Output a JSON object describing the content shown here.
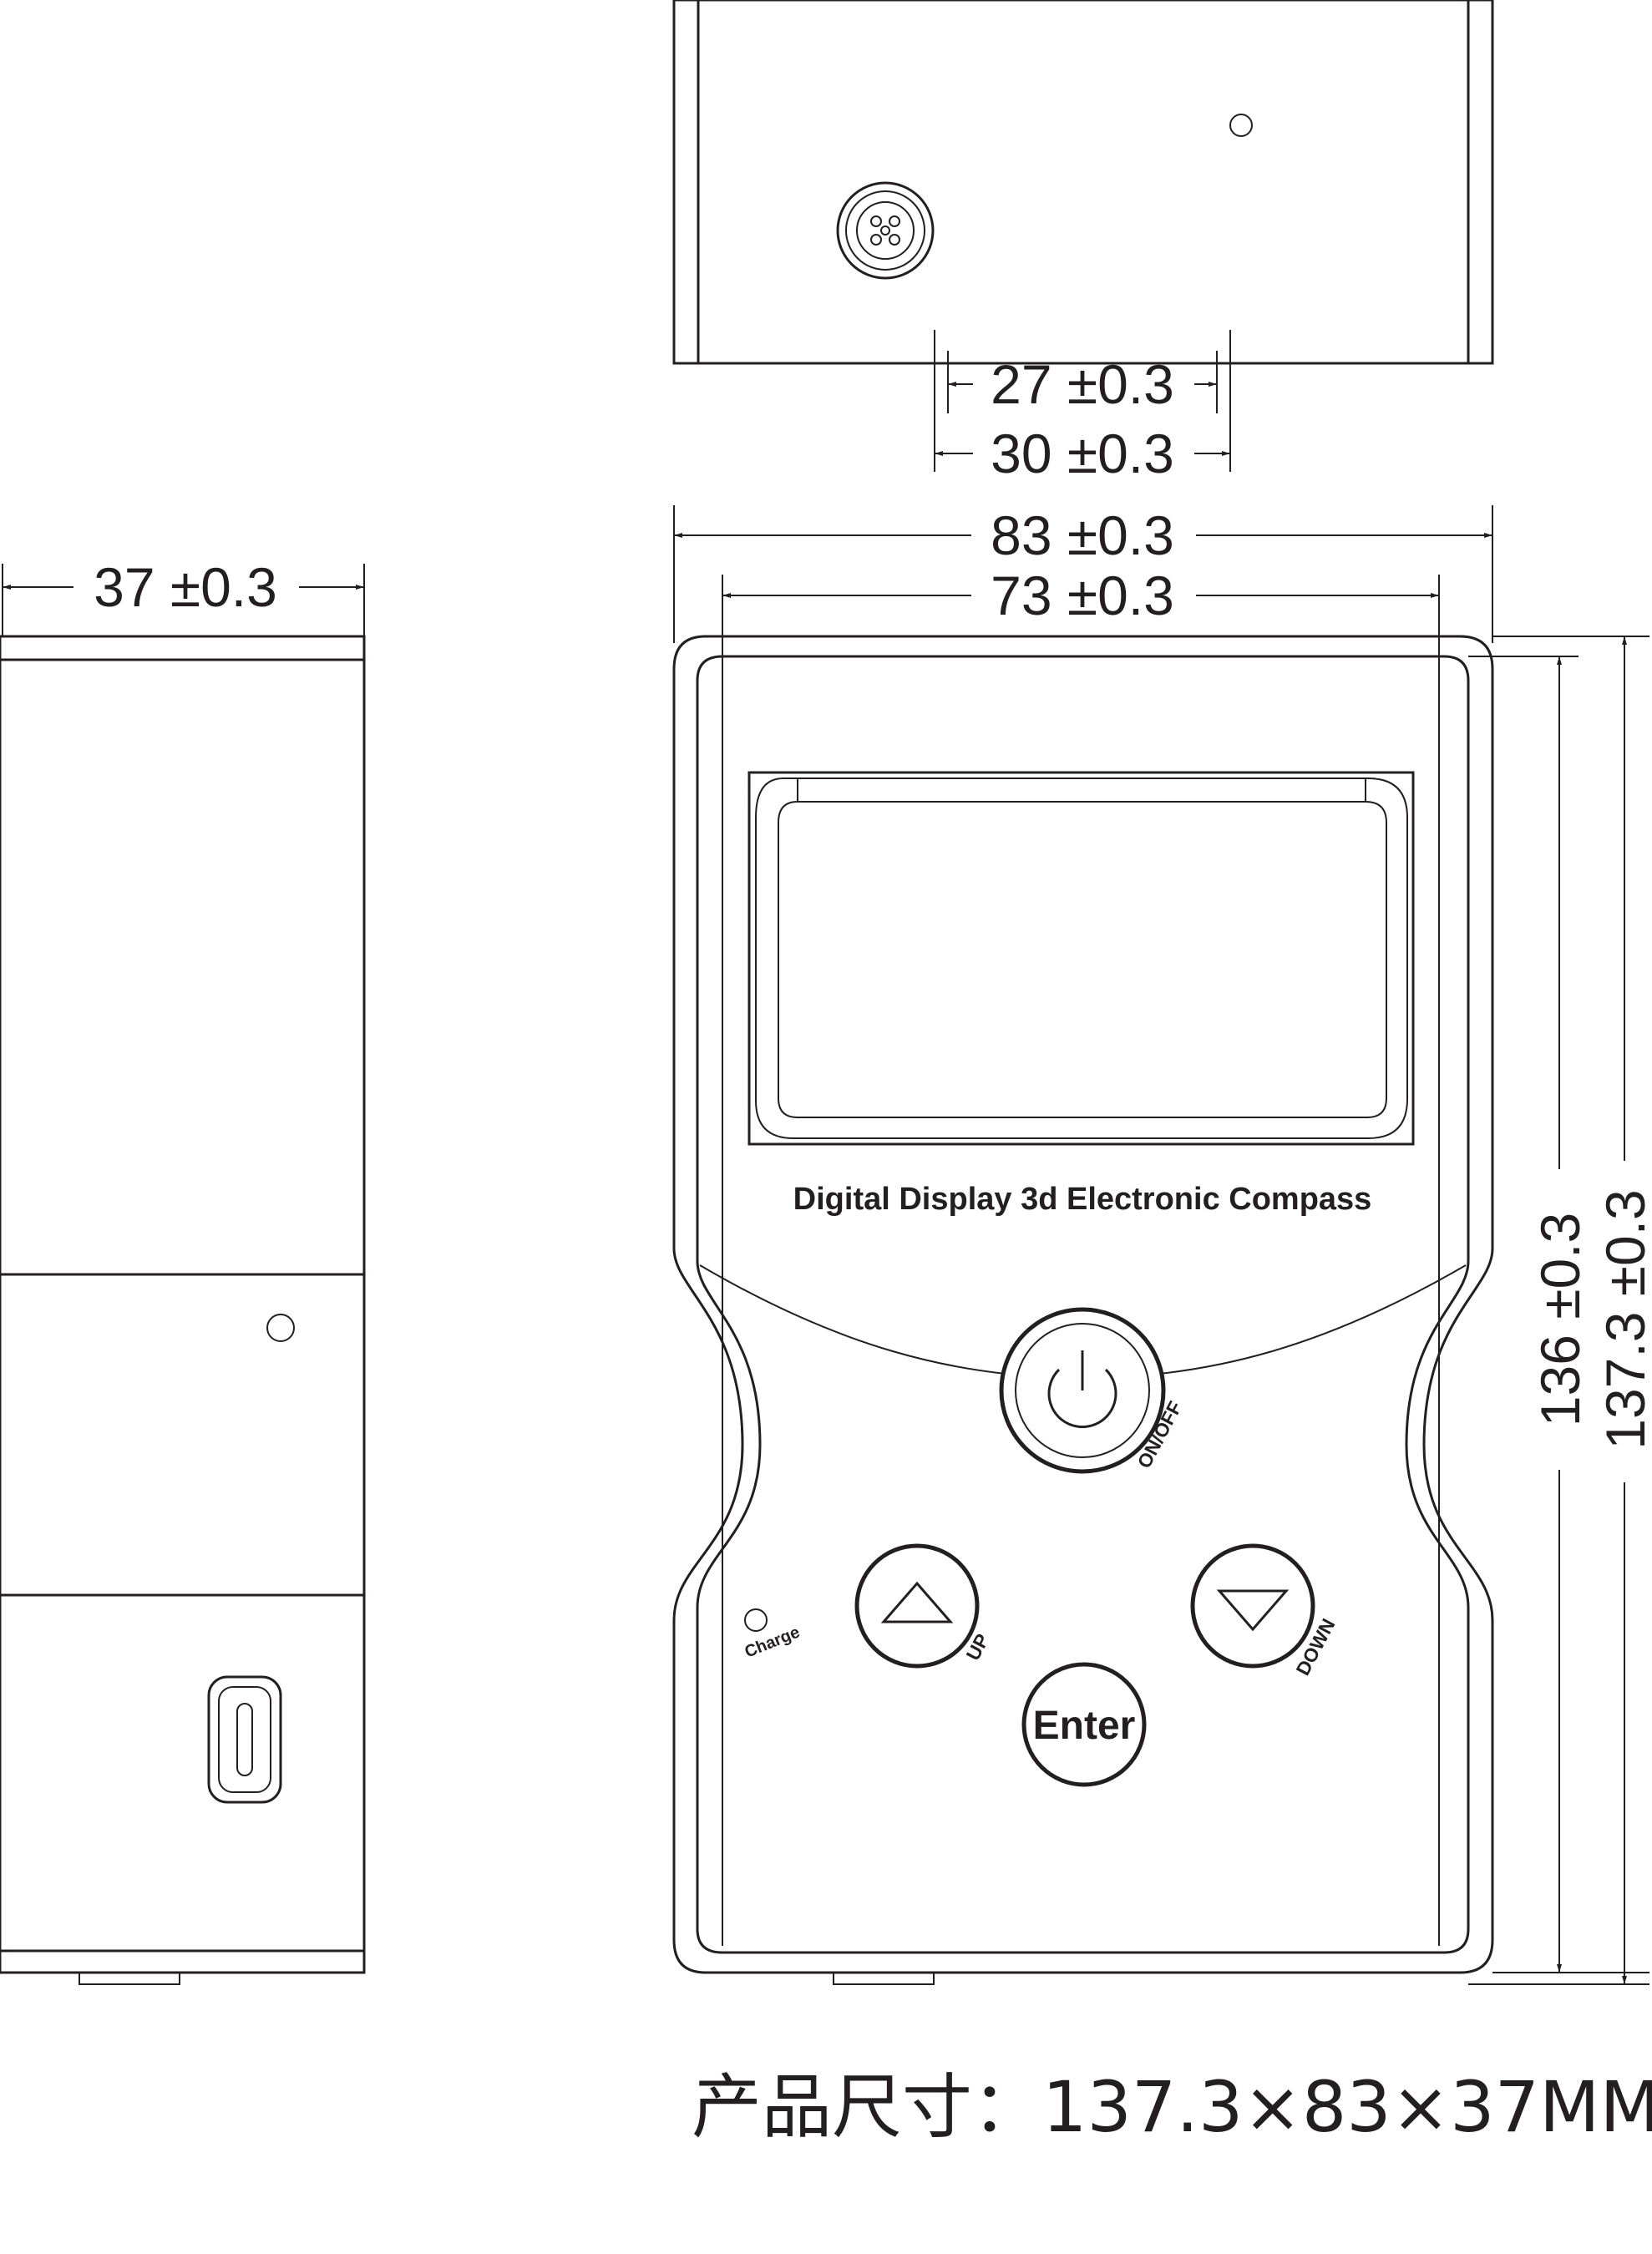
{
  "dimensions": {
    "inner_port_width": "27 ±0.3",
    "outer_port_width": "30 ±0.3",
    "overall_width": "83 ±0.3",
    "face_width": "73 ±0.3",
    "depth": "37 ±0.3",
    "face_height": "136 ±0.3",
    "overall_height": "137.3 ±0.3"
  },
  "device": {
    "title": "Digital Display 3d Electronic Compass",
    "power_label": "ON/OFF",
    "up_label": "UP",
    "down_label": "DOWN",
    "enter_label": "Enter",
    "charge_label": "Charge"
  },
  "caption": "产品尺寸：137.3×83×37MM"
}
